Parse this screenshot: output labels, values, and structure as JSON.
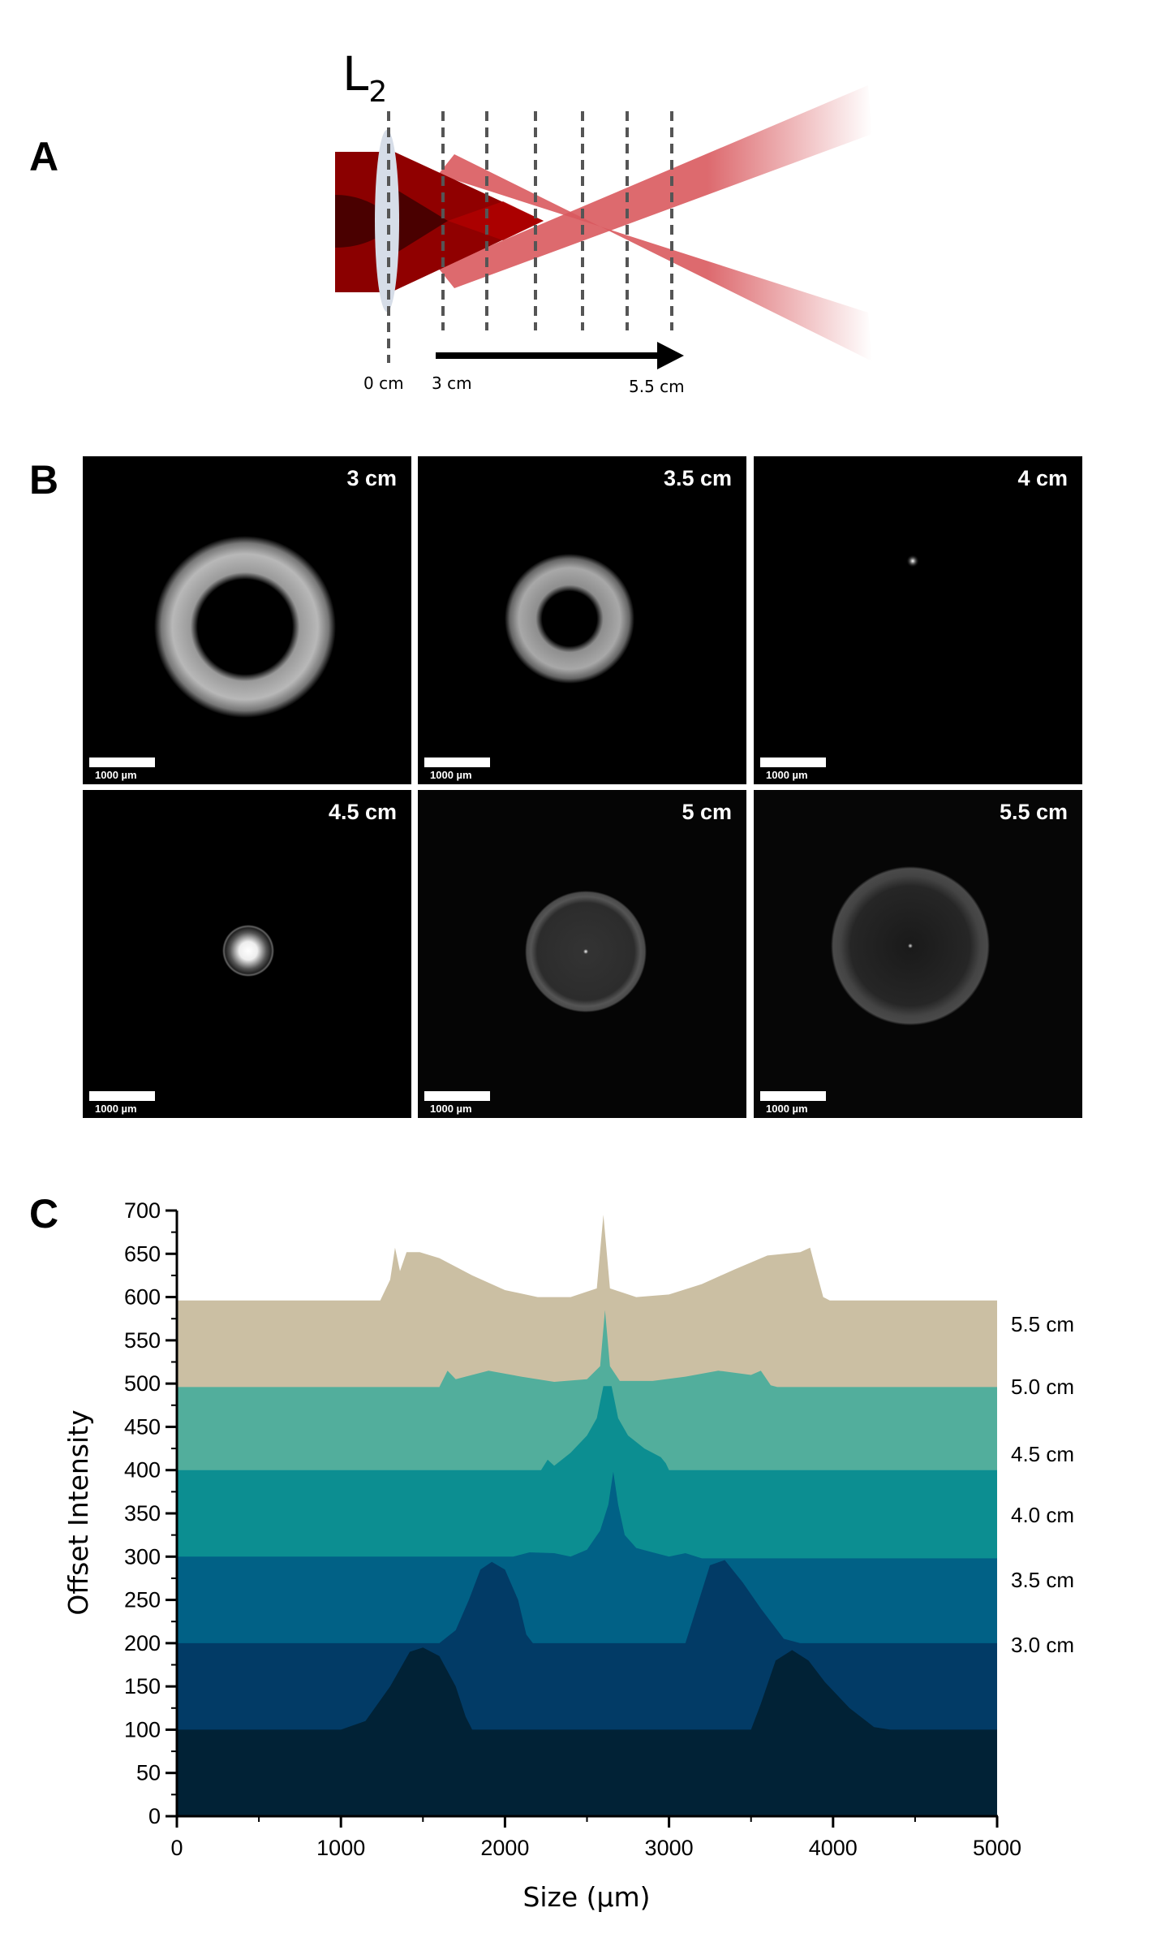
{
  "panels": {
    "a": {
      "letter": "A",
      "lens_label": "L",
      "lens_subscript": "2",
      "position_labels": [
        "0 cm",
        "3 cm",
        "5.5 cm"
      ],
      "beam_colors": {
        "input": "#8B0000",
        "core": "#4A0000",
        "converging": "#900000",
        "diverging": "#D9595E"
      }
    },
    "b": {
      "letter": "B",
      "images": [
        {
          "distance": "3 cm",
          "scale_bar": "1000 µm",
          "pattern": "ring"
        },
        {
          "distance": "3.5 cm",
          "scale_bar": "1000 µm",
          "pattern": "ring"
        },
        {
          "distance": "4 cm",
          "scale_bar": "1000 µm",
          "pattern": "point"
        },
        {
          "distance": "4.5 cm",
          "scale_bar": "1000 µm",
          "pattern": "spot"
        },
        {
          "distance": "5 cm",
          "scale_bar": "1000 µm",
          "pattern": "disc"
        },
        {
          "distance": "5.5 cm",
          "scale_bar": "1000 µm",
          "pattern": "disc"
        }
      ]
    },
    "c": {
      "letter": "C"
    }
  },
  "chart_data": {
    "type": "area",
    "title": "",
    "xlabel": "Size (µm)",
    "ylabel": "Offset Intensity",
    "xlim": [
      0,
      5000
    ],
    "ylim": [
      0,
      700
    ],
    "x_ticks": [
      0,
      1000,
      2000,
      3000,
      4000,
      5000
    ],
    "y_ticks": [
      0,
      50,
      100,
      150,
      200,
      250,
      300,
      350,
      400,
      450,
      500,
      550,
      600,
      650,
      700
    ],
    "grid": false,
    "legend_position": "right (inline labels)",
    "series": [
      {
        "name": "3.0 cm",
        "offset": 0,
        "color": "#012236",
        "points": [
          [
            0,
            100
          ],
          [
            1000,
            100
          ],
          [
            1150,
            110
          ],
          [
            1300,
            150
          ],
          [
            1420,
            190
          ],
          [
            1500,
            195
          ],
          [
            1600,
            185
          ],
          [
            1700,
            150
          ],
          [
            1760,
            115
          ],
          [
            1800,
            100
          ],
          [
            3500,
            100
          ],
          [
            3560,
            130
          ],
          [
            3650,
            180
          ],
          [
            3750,
            192
          ],
          [
            3850,
            180
          ],
          [
            3950,
            155
          ],
          [
            4100,
            125
          ],
          [
            4250,
            103
          ],
          [
            4350,
            100
          ],
          [
            5000,
            100
          ]
        ]
      },
      {
        "name": "3.5 cm",
        "offset": 100,
        "color": "#023B66",
        "points": [
          [
            0,
            200
          ],
          [
            1600,
            200
          ],
          [
            1700,
            215
          ],
          [
            1780,
            250
          ],
          [
            1850,
            285
          ],
          [
            1920,
            294
          ],
          [
            2000,
            285
          ],
          [
            2080,
            250
          ],
          [
            2130,
            210
          ],
          [
            2170,
            200
          ],
          [
            3100,
            200
          ],
          [
            3150,
            230
          ],
          [
            3250,
            290
          ],
          [
            3340,
            296
          ],
          [
            3450,
            270
          ],
          [
            3560,
            240
          ],
          [
            3700,
            205
          ],
          [
            3800,
            200
          ],
          [
            5000,
            200
          ]
        ]
      },
      {
        "name": "4.0 cm",
        "offset": 200,
        "color": "#016186",
        "points": [
          [
            0,
            300
          ],
          [
            2050,
            300
          ],
          [
            2150,
            305
          ],
          [
            2300,
            304
          ],
          [
            2400,
            300
          ],
          [
            2500,
            308
          ],
          [
            2580,
            330
          ],
          [
            2630,
            360
          ],
          [
            2660,
            398
          ],
          [
            2690,
            360
          ],
          [
            2730,
            325
          ],
          [
            2800,
            310
          ],
          [
            2900,
            305
          ],
          [
            3000,
            300
          ],
          [
            3100,
            304
          ],
          [
            3200,
            298
          ],
          [
            5000,
            298
          ]
        ]
      },
      {
        "name": "4.5 cm",
        "offset": 300,
        "color": "#0C8E91",
        "points": [
          [
            0,
            400
          ],
          [
            2220,
            400
          ],
          [
            2260,
            412
          ],
          [
            2300,
            405
          ],
          [
            2400,
            420
          ],
          [
            2500,
            440
          ],
          [
            2560,
            460
          ],
          [
            2600,
            497
          ],
          [
            2650,
            497
          ],
          [
            2690,
            460
          ],
          [
            2750,
            440
          ],
          [
            2850,
            425
          ],
          [
            2950,
            415
          ],
          [
            2980,
            408
          ],
          [
            3000,
            400
          ],
          [
            5000,
            400
          ]
        ]
      },
      {
        "name": "5.0 cm",
        "offset": 400,
        "color": "#52AE9C",
        "points": [
          [
            0,
            496
          ],
          [
            1600,
            496
          ],
          [
            1650,
            515
          ],
          [
            1700,
            505
          ],
          [
            1900,
            515
          ],
          [
            2100,
            508
          ],
          [
            2300,
            502
          ],
          [
            2500,
            505
          ],
          [
            2580,
            520
          ],
          [
            2610,
            585
          ],
          [
            2640,
            520
          ],
          [
            2700,
            503
          ],
          [
            2900,
            503
          ],
          [
            3100,
            508
          ],
          [
            3300,
            515
          ],
          [
            3500,
            510
          ],
          [
            3560,
            515
          ],
          [
            3620,
            498
          ],
          [
            3660,
            496
          ],
          [
            5000,
            496
          ]
        ]
      },
      {
        "name": "5.5 cm",
        "offset": 500,
        "color": "#CBBFA3",
        "points": [
          [
            0,
            596
          ],
          [
            1240,
            596
          ],
          [
            1300,
            620
          ],
          [
            1330,
            657
          ],
          [
            1360,
            630
          ],
          [
            1400,
            652
          ],
          [
            1480,
            652
          ],
          [
            1600,
            645
          ],
          [
            1800,
            625
          ],
          [
            2000,
            608
          ],
          [
            2200,
            600
          ],
          [
            2400,
            600
          ],
          [
            2560,
            610
          ],
          [
            2600,
            695
          ],
          [
            2640,
            610
          ],
          [
            2800,
            600
          ],
          [
            3000,
            603
          ],
          [
            3200,
            615
          ],
          [
            3400,
            632
          ],
          [
            3600,
            648
          ],
          [
            3800,
            652
          ],
          [
            3860,
            657
          ],
          [
            3900,
            628
          ],
          [
            3940,
            600
          ],
          [
            3980,
            596
          ],
          [
            5000,
            596
          ]
        ]
      }
    ]
  }
}
